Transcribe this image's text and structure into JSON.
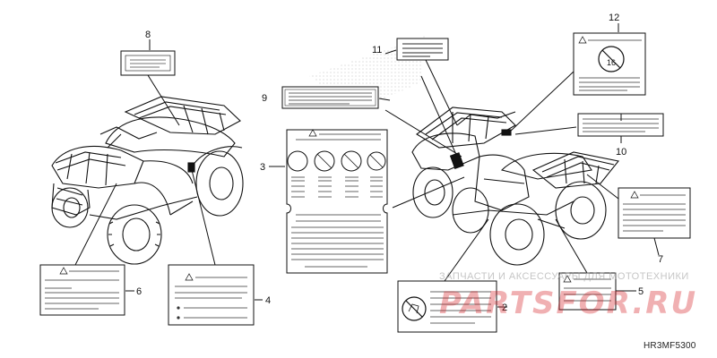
{
  "callouts": {
    "c2": "2",
    "c3": "3",
    "c4": "4",
    "c5": "5",
    "c6": "6",
    "c7": "7",
    "c8": "8",
    "c9": "9",
    "c10": "10",
    "c11": "11",
    "c12": "12"
  },
  "diagram_code": "HR3MF5300",
  "watermark": {
    "text": "ЗАПЧАСТИ И АКСЕССУАРЫ ДЛЯ МОТОТЕХНИКИ",
    "logo": "PARTSFOR.RU",
    "color": "#d61f26"
  },
  "colors": {
    "line": "#111111",
    "hatch": "#9a9a9a",
    "watermark": "#d61f26"
  }
}
